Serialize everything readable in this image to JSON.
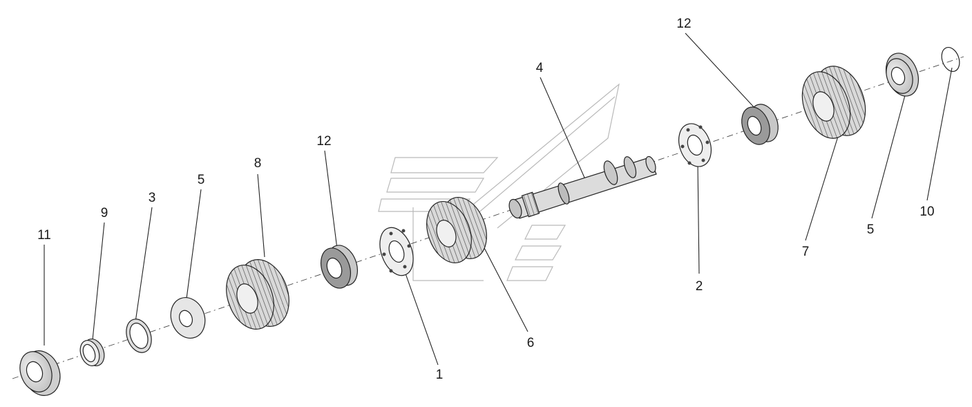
{
  "callouts": [
    {
      "id": "c11",
      "text": "11"
    },
    {
      "id": "c9",
      "text": "9"
    },
    {
      "id": "c3",
      "text": "3"
    },
    {
      "id": "c5a",
      "text": "5"
    },
    {
      "id": "c8",
      "text": "8"
    },
    {
      "id": "c12a",
      "text": "12"
    },
    {
      "id": "c1",
      "text": "1"
    },
    {
      "id": "c6",
      "text": "6"
    },
    {
      "id": "c4",
      "text": "4"
    },
    {
      "id": "c2",
      "text": "2"
    },
    {
      "id": "c12b",
      "text": "12"
    },
    {
      "id": "c7",
      "text": "7"
    },
    {
      "id": "c5b",
      "text": "5"
    },
    {
      "id": "c10",
      "text": "10"
    }
  ]
}
